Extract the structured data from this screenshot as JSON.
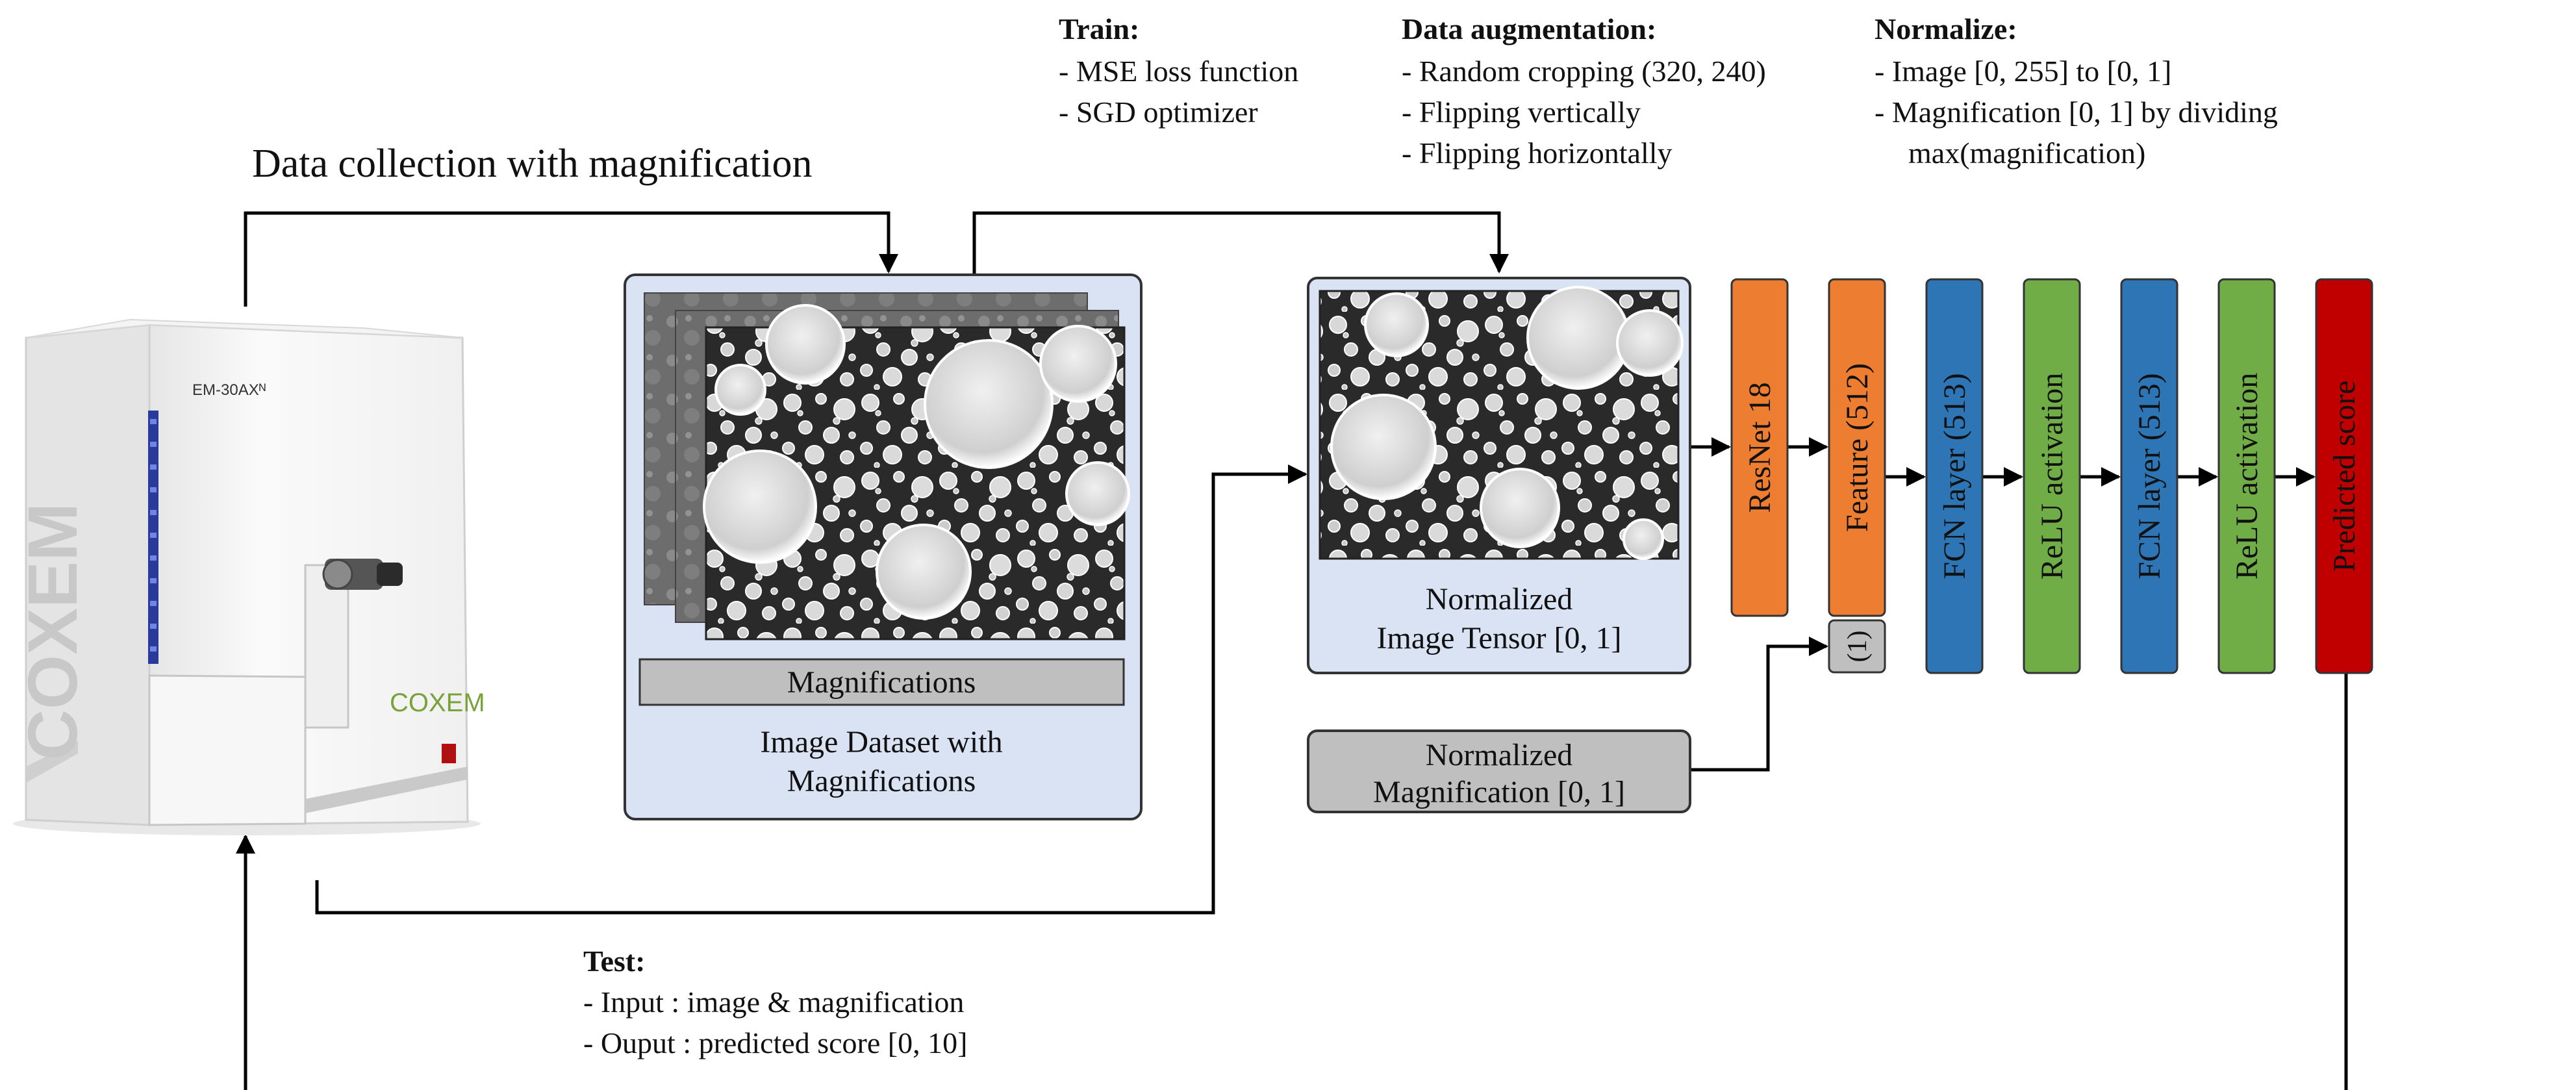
{
  "title": "Data collection with magnification",
  "train": {
    "heading": "Train:",
    "items": [
      "-  MSE loss function",
      "-  SGD optimizer"
    ]
  },
  "augmentation": {
    "heading": "Data augmentation:",
    "items": [
      "-  Random cropping (320, 240)",
      "-  Flipping vertically",
      "-  Flipping horizontally"
    ]
  },
  "normalize": {
    "heading": "Normalize:",
    "items": [
      "-  Image [0, 255] to [0, 1]",
      "-  Magnification [0, 1] by dividing"
    ],
    "continuation": "max(magnification)"
  },
  "microscope": {
    "model_label": "EM-30AXᴺ",
    "brand": "COXEM",
    "brand_logo": "COXEM"
  },
  "dataset_panel": {
    "magnifications_bar": "Magnifications",
    "caption_line1": "Image Dataset with",
    "caption_line2": "Magnifications"
  },
  "tensor_panel": {
    "caption_line1": "Normalized",
    "caption_line2": "Image Tensor [0, 1]"
  },
  "magnification_box": {
    "line1": "Normalized",
    "line2": "Magnification [0, 1]"
  },
  "network": {
    "blocks": [
      {
        "label": "ResNet 18",
        "color": "#ED7D31"
      },
      {
        "label": "Feature (512)",
        "color": "#ED7D31"
      },
      {
        "label": "FCN layer (513)",
        "color": "#2E75B6"
      },
      {
        "label": "ReLU activation",
        "color": "#70AD47"
      },
      {
        "label": "FCN layer (513)",
        "color": "#2E75B6"
      },
      {
        "label": "ReLU activation",
        "color": "#70AD47"
      },
      {
        "label": "Predicted score",
        "color": "#C00000"
      }
    ],
    "extra_feature": "(1)"
  },
  "test": {
    "heading": "Test:",
    "items": [
      "-  Input : image & magnification",
      "-  Ouput : predicted score [0, 10]"
    ]
  },
  "colors": {
    "panel_fill": "#DAE3F3",
    "panel_stroke": "#333333",
    "grey_box": "#BFBFBF"
  }
}
